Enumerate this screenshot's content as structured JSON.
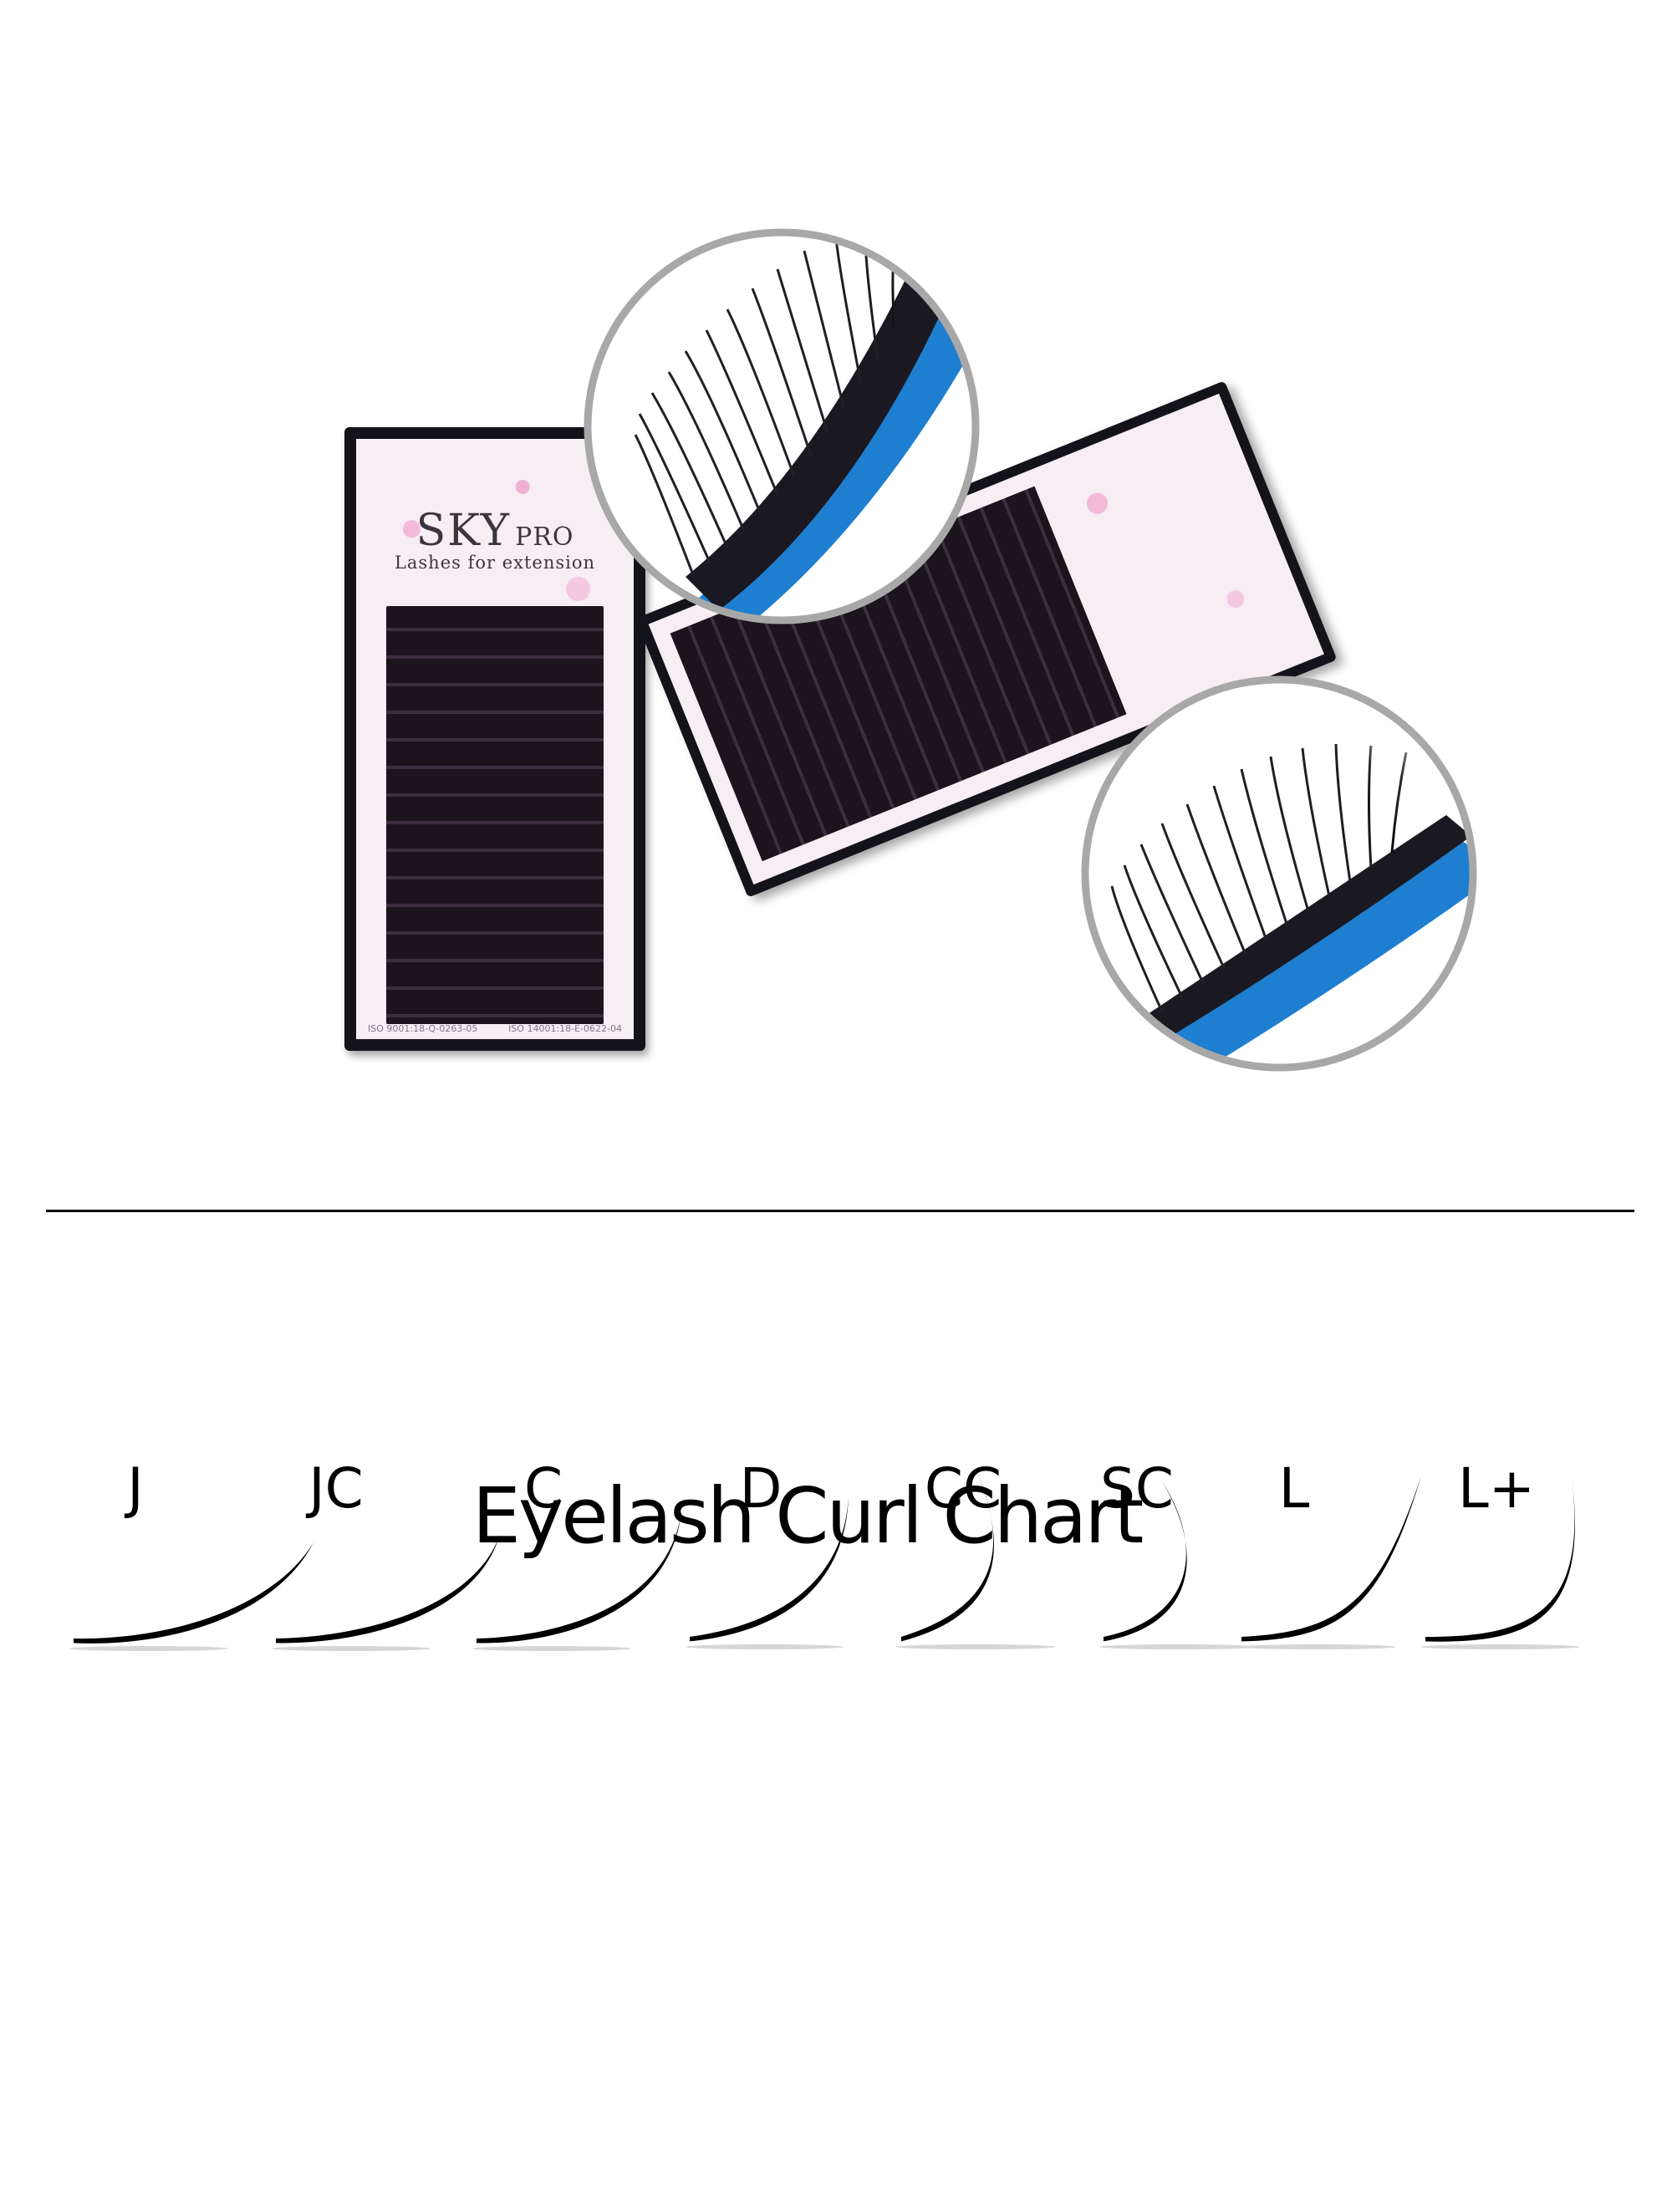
{
  "product": {
    "brand_main": "SKY",
    "brand_sub": "PRO",
    "tagline": "Lashes for extension",
    "iso_1": "ISO 9001:18-Q-0263-05",
    "iso_2": "ISO 14001:18-E-0622-04",
    "colors": {
      "palette_frame": "#15131a",
      "palette_card": "#f7eef4",
      "pink_pattern": "#f2b9d9",
      "lash": "#1b141d",
      "lash_base_blue": "#1e7fd0",
      "zoom_ring": "#a8a8a8"
    }
  },
  "chart": {
    "title": "Eyelash Curl Chart",
    "curls": [
      {
        "label": "J"
      },
      {
        "label": "JC"
      },
      {
        "label": "C"
      },
      {
        "label": "D"
      },
      {
        "label": "CC"
      },
      {
        "label": "SC"
      },
      {
        "label": "L"
      },
      {
        "label": "L+"
      }
    ]
  }
}
